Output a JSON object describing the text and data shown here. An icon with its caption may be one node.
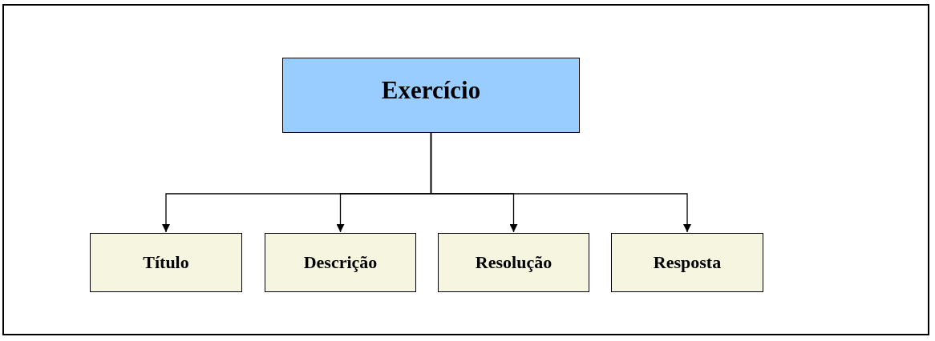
{
  "diagram": {
    "nodes": [
      {
        "text": [
          "Exercício"
        ]
      },
      {
        "text": [
          "Título"
        ]
      },
      {
        "text": [
          "Descrição"
        ]
      },
      {
        "text": [
          "Resolução"
        ]
      },
      {
        "text": [
          "Resposta"
        ]
      }
    ],
    "edges": [
      {
        "from": 0,
        "to": 1,
        "arrow": "to"
      },
      {
        "from": 0,
        "to": 2,
        "arrow": "to"
      },
      {
        "from": 0,
        "to": 3,
        "arrow": "to"
      },
      {
        "from": 0,
        "to": 4,
        "arrow": "to"
      }
    ]
  }
}
